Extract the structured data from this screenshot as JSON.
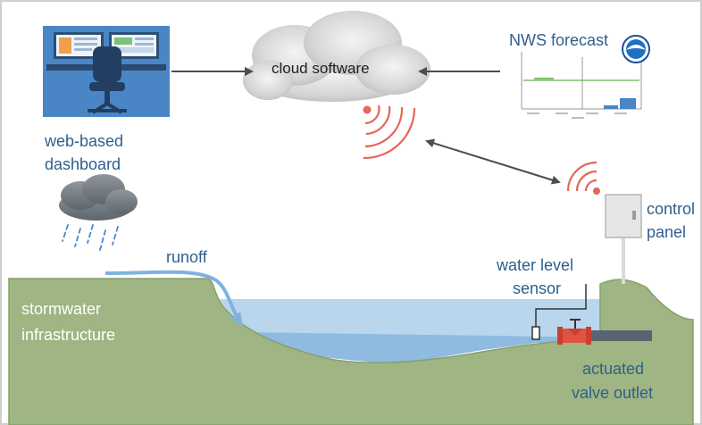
{
  "labels": {
    "cloud_software": "cloud software",
    "nws_forecast": "NWS forecast",
    "web_based": "web-based",
    "dashboard": "dashboard",
    "control": "control",
    "panel": "panel",
    "runoff": "runoff",
    "water_level": "water level",
    "sensor": "sensor",
    "stormwater": "stormwater",
    "infrastructure": "infrastructure",
    "actuated": "actuated",
    "valve_outlet": "valve outlet"
  },
  "colors": {
    "ground": "#9fb583",
    "ground_edge": "#86a06b",
    "water_light": "#b9d6ec",
    "water_deep": "#8fbbe0",
    "dashboard_bg": "#4a86c6",
    "cloud": "#d9d9d9",
    "wifi": "#e5665a",
    "label_blue": "#2e5f8e",
    "valve_red": "#e0533f",
    "pipe": "#5a6470"
  }
}
